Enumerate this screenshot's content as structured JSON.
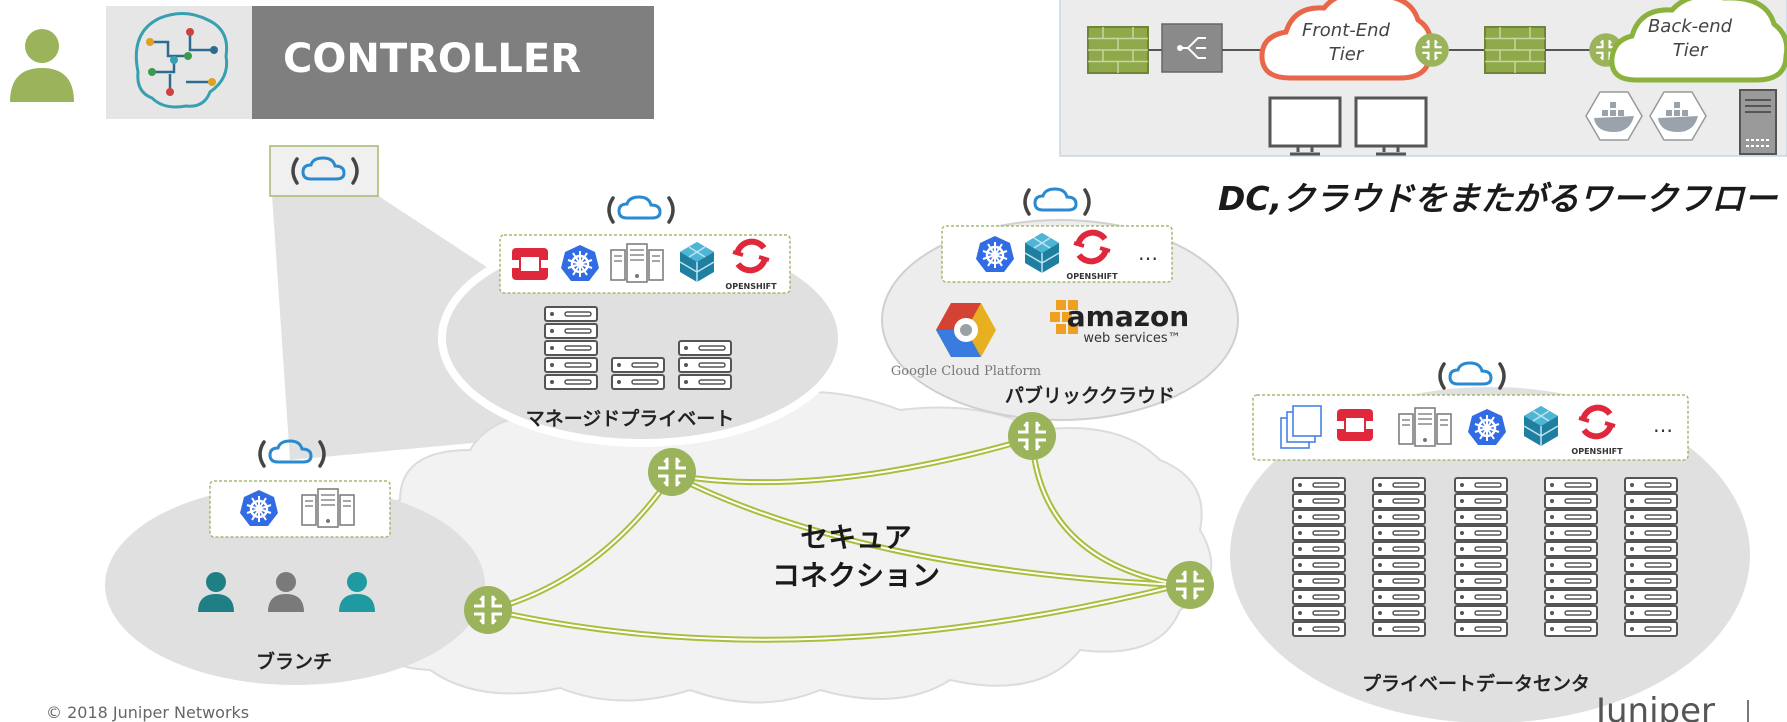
{
  "controller": {
    "title": "CONTROLLER"
  },
  "workflow": {
    "front_end_line1": "Front-End",
    "front_end_line2": "Tier",
    "back_end_line1": "Back-end",
    "back_end_line2": "Tier",
    "caption": "DC,クラウドをまたがるワークフロー"
  },
  "sites": {
    "managed_private": "マネージドプライベート",
    "public_cloud": "パブリッククラウド",
    "branch": "ブランチ",
    "private_dc": "プライベートデータセンタ",
    "more": "…"
  },
  "connection": {
    "line1": "セキュア",
    "line2": "コネクション"
  },
  "logos": {
    "openshift": "OPENSHIFT",
    "google": "Google Cloud Platform",
    "amazon": "amazon",
    "webservices": "web services™"
  },
  "footer": {
    "copyright": "© 2018 Juniper Networks",
    "brand": "Juniper"
  },
  "colors": {
    "accent_green": "#8fa84a",
    "router_green": "#9bb35a",
    "cloud_orange": "#e8674a",
    "tier_green": "#8ab23c",
    "k8s_blue": "#326ce5",
    "openstack_red": "#e0283c",
    "icon_blue": "#2a8ad0"
  }
}
